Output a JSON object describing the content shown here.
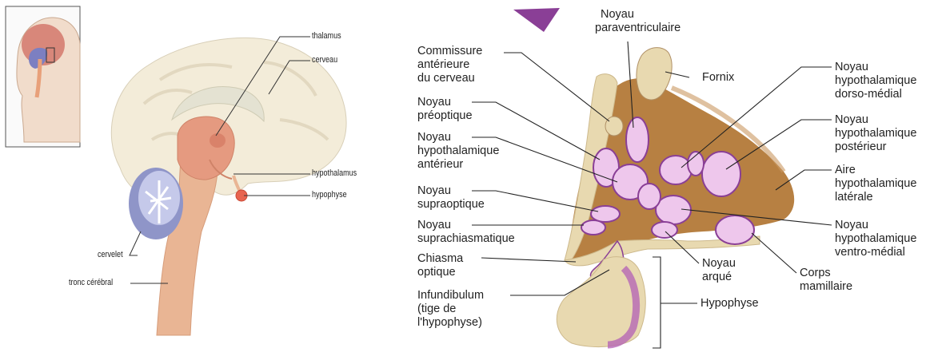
{
  "left_diagram": {
    "labels": {
      "thalamus": "thalamus",
      "cerveau": "cerveau",
      "hypothalamus": "hypothalamus",
      "hypophyse": "hypophyse",
      "cervelet": "cervelet",
      "tronc": "tronc cérébral"
    }
  },
  "right_diagram": {
    "labels": {
      "paraventriculaire_1": "Noyau",
      "paraventriculaire_2": "paraventriculaire",
      "commissure_1": "Commissure",
      "commissure_2": "antérieure",
      "commissure_3": "du cerveau",
      "fornix": "Fornix",
      "preoptique_1": "Noyau",
      "preoptique_2": "préoptique",
      "anterieur_1": "Noyau",
      "anterieur_2": "hypothalamique",
      "anterieur_3": "antérieur",
      "supraoptique_1": "Noyau",
      "supraoptique_2": "supraoptique",
      "suprachiasmatique_1": "Noyau",
      "suprachiasmatique_2": "suprachiasmatique",
      "chiasma_1": "Chiasma",
      "chiasma_2": "optique",
      "infundibulum_1": "Infundibulum",
      "infundibulum_2": "(tige de",
      "infundibulum_3": "l'hypophyse)",
      "dorso_1": "Noyau",
      "dorso_2": "hypothalamique",
      "dorso_3": "dorso-médial",
      "posterieur_1": "Noyau",
      "posterieur_2": "hypothalamique",
      "posterieur_3": "postérieur",
      "aire_1": "Aire",
      "aire_2": "hypothalamique",
      "aire_3": "latérale",
      "ventro_1": "Noyau",
      "ventro_2": "hypothalamique",
      "ventro_3": "ventro-médial",
      "arque_1": "Noyau",
      "arque_2": "arqué",
      "mamillaire_1": "Corps",
      "mamillaire_2": "mamillaire",
      "hypophyse": "Hypophyse"
    }
  },
  "colors": {
    "brain": "#f3ecd9",
    "brainstem": "#e9b594",
    "thalamus": "#e59a80",
    "cerebellum": "#8f95c8",
    "hypophysis": "#e8644f",
    "tan": "#b78042",
    "cream": "#e8d9b0",
    "nucleus": "#eec7ec",
    "nucleus_edge": "#8a3f96"
  }
}
